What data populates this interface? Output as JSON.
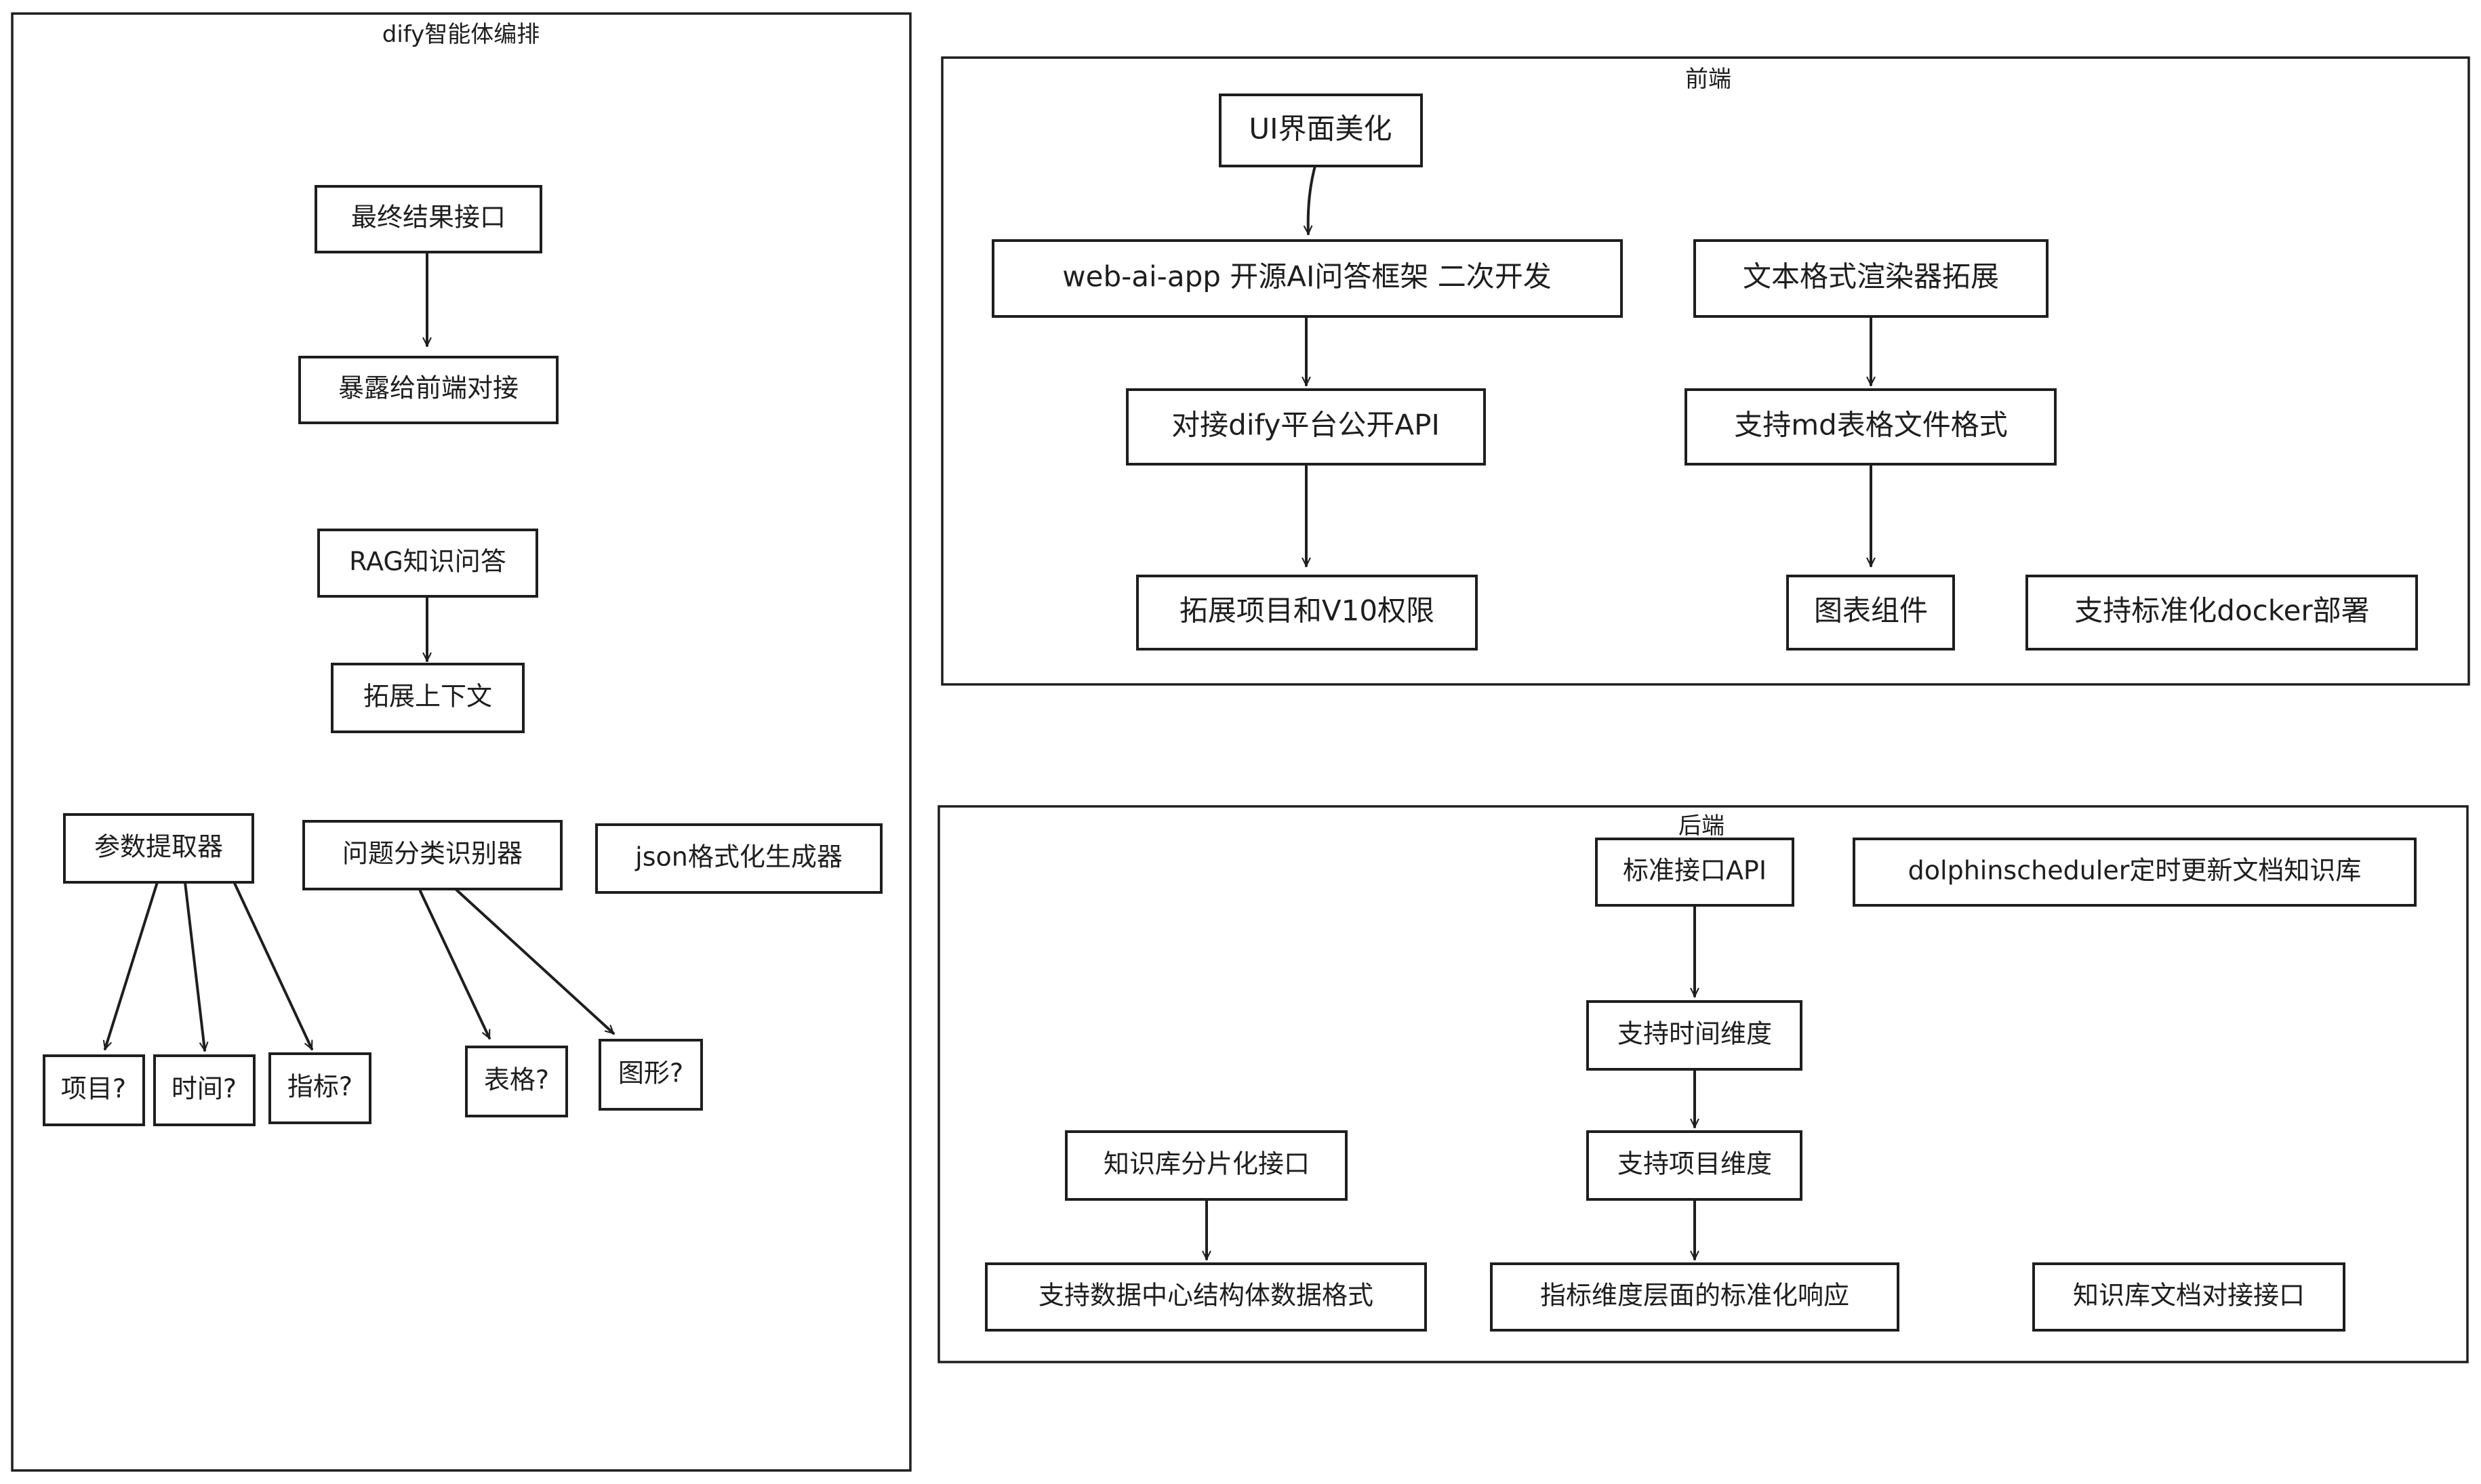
{
  "frames": {
    "dify": {
      "title": "dify智能体编排"
    },
    "frontend": {
      "title": "前端"
    },
    "backend": {
      "title": "后端"
    }
  },
  "nodes": {
    "final_api": "最终结果接口",
    "expose_frontend": "暴露给前端对接",
    "rag_qa": "RAG知识问答",
    "extend_context": "拓展上下文",
    "param_extractor": "参数提取器",
    "question_classifier": "问题分类识别器",
    "json_generator": "json格式化生成器",
    "project_q": "项目?",
    "time_q": "时间?",
    "indicator_q": "指标?",
    "table_q": "表格?",
    "graph_q": "图形?",
    "ui_beautify": "UI界面美化",
    "web_ai_app": "web-ai-app 开源AI问答框架 二次开发",
    "dify_public_api": "对接dify平台公开API",
    "extend_v10": "拓展项目和V10权限",
    "text_renderer": "文本格式渲染器拓展",
    "md_table": "支持md表格文件格式",
    "chart_component": "图表组件",
    "docker_deploy": "支持标准化docker部署",
    "standard_api": "标准接口API",
    "dolphinscheduler": "dolphinscheduler定时更新文档知识库",
    "time_dimension": "支持时间维度",
    "project_dimension": "支持项目维度",
    "indicator_response": "指标维度层面的标准化响应",
    "kb_chunk_api": "知识库分片化接口",
    "data_center_format": "支持数据中心结构体数据格式",
    "kb_doc_api": "知识库文档对接接口"
  }
}
